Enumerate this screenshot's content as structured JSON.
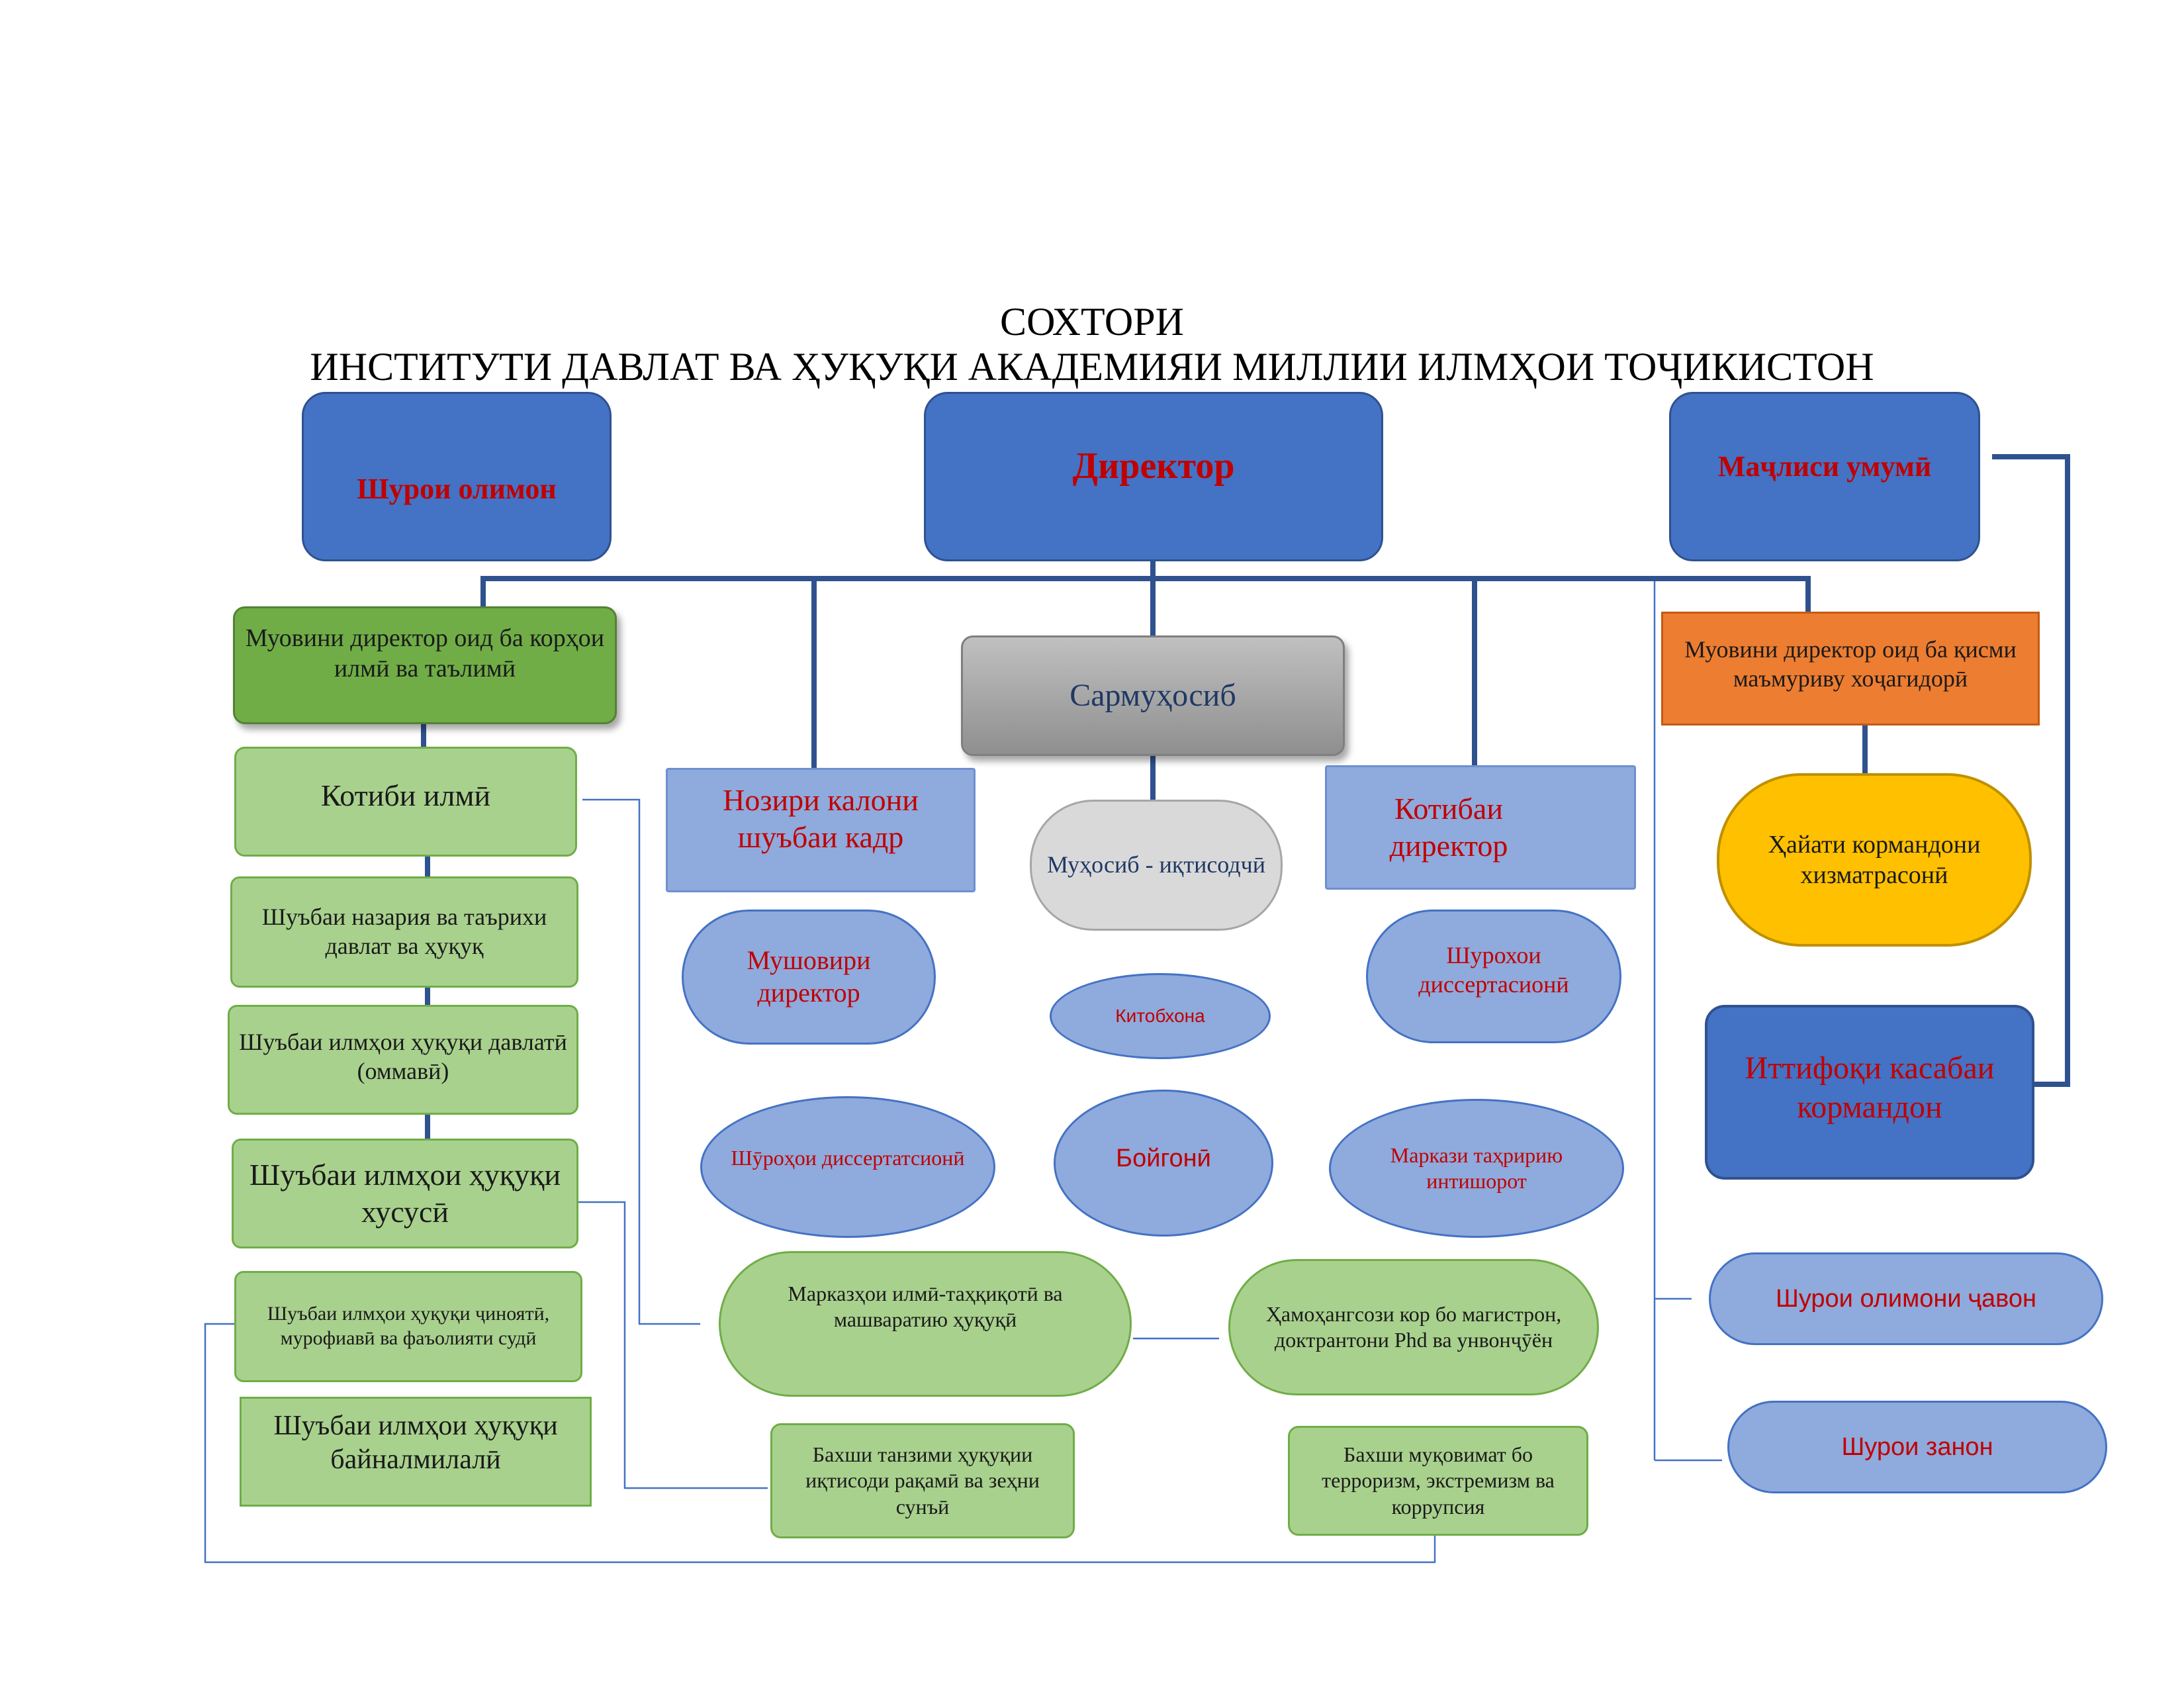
{
  "title": {
    "line1": "СОХТОРИ",
    "line2": "ИНСТИТУТИ ДАВЛАТ ВА ҲУҚУҚИ АКАДЕМИЯИ МИЛЛИИ ИЛМҲОИ ТОҶИКИСТОН"
  },
  "nodes": {
    "shuroi_olimon": "Шурои олимон",
    "direktor": "Директор",
    "majlisi_umumi": "Маҷлиси умумӣ",
    "muovin_ilmi": "Муовини директор оид ба корҳои илмӣ ва таълимӣ",
    "sarmuhosib": "Сармуҳосиб",
    "muovin_mamuri": "Муовини директор оид ба қисми маъмуриву хоҷагидорӣ",
    "kotibi_ilmi": "Котиби илмӣ",
    "noziri_kalon": "Нозири калони шуъбаи кадр",
    "muhosib_iqtisodchi": "Муҳосиб - иқтисодчӣ",
    "kotibai_direktor": "Котибаи директор",
    "hayati_kormandon": "Ҳайати кормандони хизматрасонӣ",
    "shubai_nazaria": "Шуъбаи назария ва таърихи давлат ва ҳуқуқ",
    "mushoviri_direktor": "Мушовири директор",
    "kitobkhona": "Китобхона",
    "shurohoi_dissertatsioni_right": "Шурохои диссертасионӣ",
    "ittifoqi_kasabai": "Иттифоқи касабаи кормандон",
    "shubai_davlati": "Шуъбаи илмҳои ҳуқуқи давлатӣ (оммавӣ)",
    "shubai_khususi": "Шуъбаи илмҳои ҳуқуқи хусусӣ",
    "shurohoi_dissertatsioni_left": "Шӯроҳои диссертатсионӣ",
    "boygoni": "Бойгонӣ",
    "markazi_tahririyu": "Маркази таҳририю интишорот",
    "shubai_jinoyati": "Шуъбаи илмҳои ҳуқуқи ҷиноятӣ, мурофиавӣ ва фаъолияти судӣ",
    "markazhoi_ilmi": "Марказҳои илмӣ-таҳқиқотӣ ва машваратию ҳуқуқӣ",
    "hamohangsozi": "Ҳамоҳангсози кор бо магистрон, доктрантони Phd ва унвонҷӯён",
    "shuroi_olimoni_javon": "Шурои олимони ҷавон",
    "shubai_baynalmilali": "Шуъбаи илмҳои ҳуқуқи байналмилалӣ",
    "bakhshi_tanzimi": "Бахши танзими ҳуқуқии иқтисоди рақамӣ ва зеҳни сунъӣ",
    "bakhshi_muqovimat": "Бахши муқовимат бо терроризм, экстремизм ва коррупсия",
    "shuroi_zanon": "Шурои занон"
  },
  "colors": {
    "dark_blue": "#4472c4",
    "connector": "#2f528f",
    "red_text": "#c00000",
    "green_dark": "#70ad47",
    "green_light": "#a9d18e",
    "lavender": "#8faadc",
    "orange": "#ed7d31",
    "yellow": "#ffc000",
    "gray": "#a6a6a6"
  }
}
